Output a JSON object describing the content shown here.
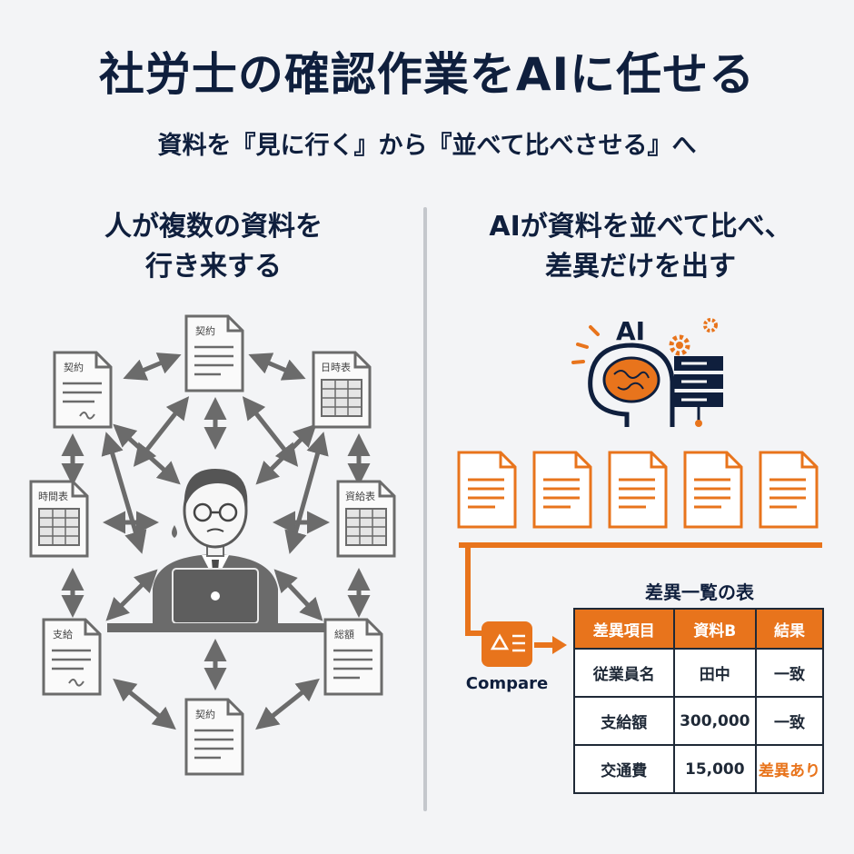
{
  "header": {
    "title": "社労士の確認作業をAIに任せる",
    "subtitle": "資料を『見に行く』から『並べて比べさせる』へ"
  },
  "left": {
    "heading_line1": "人が複数の資料を",
    "heading_line2": "行き来する",
    "documents": {
      "top": "契約",
      "top_left": "契約",
      "top_right": "日時表",
      "mid_left": "時間表",
      "mid_right": "資給表",
      "bottom_left": "支給",
      "bottom_right": "総額",
      "bottom": "契約"
    }
  },
  "right": {
    "heading_line1": "AIが資料を並べて比べ、",
    "heading_line2": "差異だけを出す",
    "ai_label": "AI",
    "compare_label": "Compare",
    "table": {
      "caption": "差異一覧の表",
      "headers": [
        "差異項目",
        "資料B",
        "結果"
      ],
      "rows": [
        [
          "従業員名",
          "田中",
          "一致"
        ],
        [
          "支給額",
          "300,000",
          "一致"
        ],
        [
          "交通費",
          "15,000",
          "差異あり"
        ]
      ]
    }
  },
  "colors": {
    "navy": "#0f1f3d",
    "accent_orange": "#e8741c",
    "gray": "#6b6b6b",
    "divider": "#c4c7cc"
  }
}
